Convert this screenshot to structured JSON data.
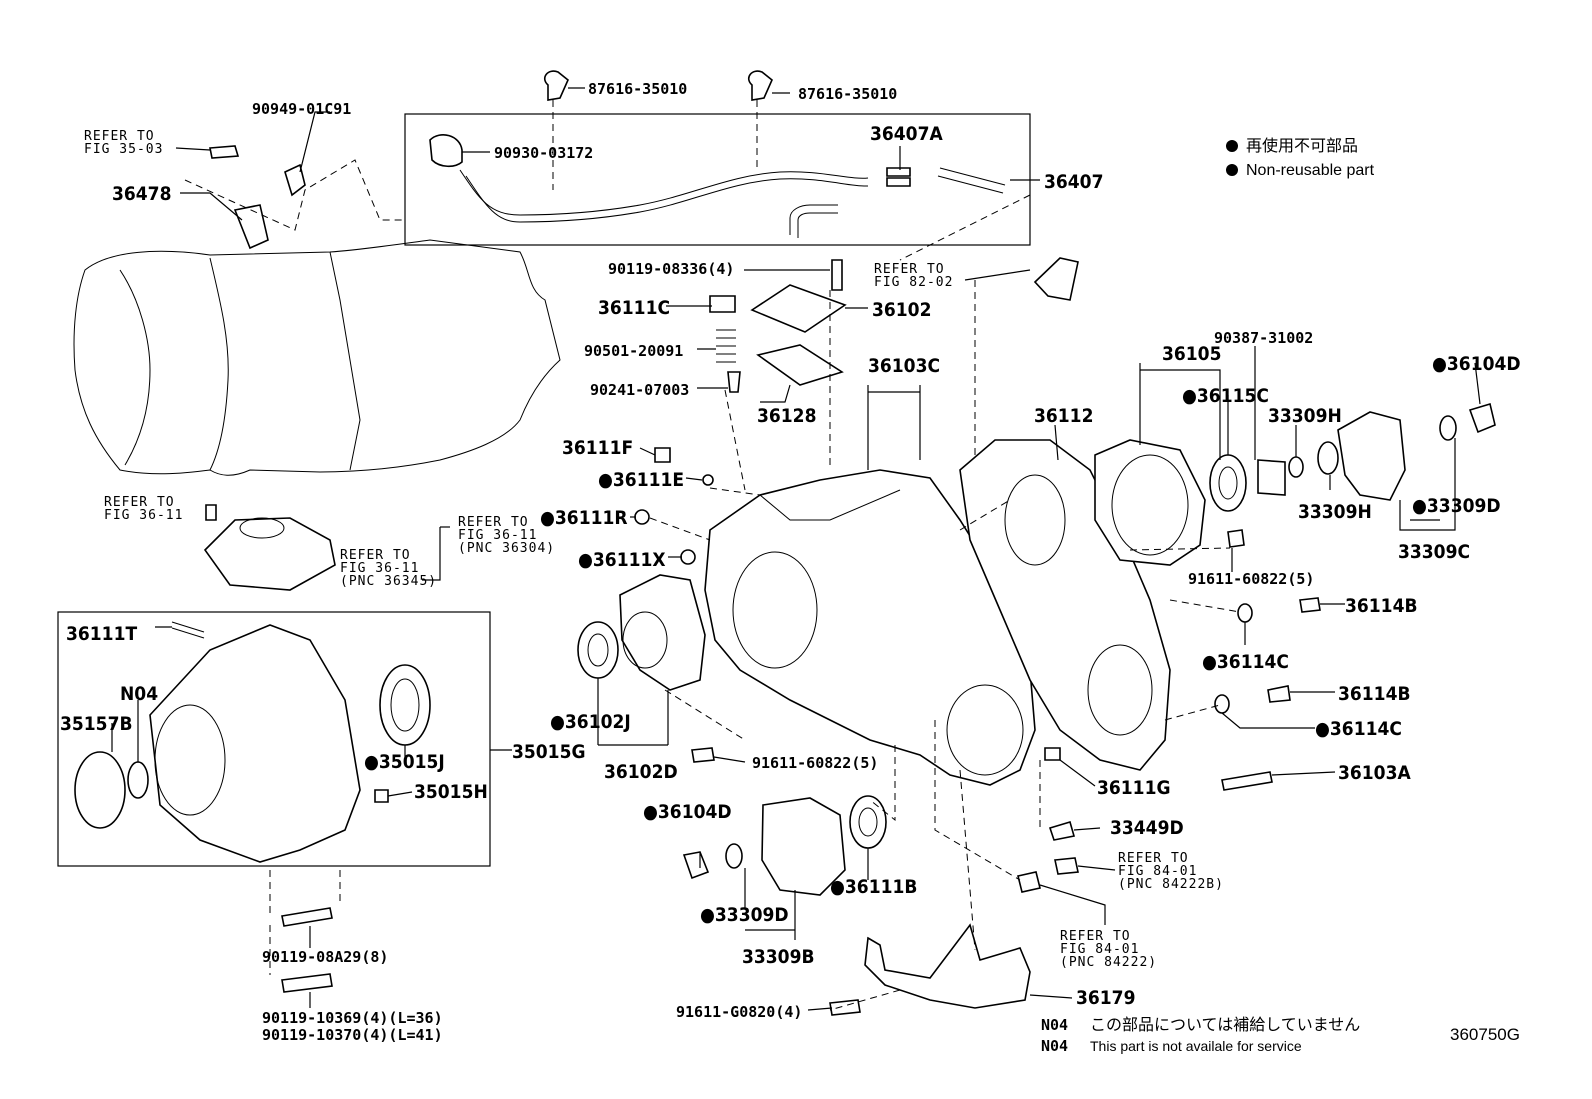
{
  "diagram": {
    "figure_code": "360750G",
    "legend": {
      "non_reusable_jp": "再使用不可部品",
      "non_reusable_en": "Non-reusable part"
    },
    "footnote": {
      "code": "N04",
      "text_jp": "この部品については補給していません",
      "text_en": "This part is not availale for service"
    },
    "refs": [
      {
        "id": "r1",
        "lines": [
          "REFER TO",
          "FIG 35-03"
        ]
      },
      {
        "id": "r2",
        "lines": [
          "REFER TO",
          "FIG 82-02"
        ]
      },
      {
        "id": "r3",
        "lines": [
          "REFER TO",
          "FIG 36-11"
        ]
      },
      {
        "id": "r4",
        "lines": [
          "REFER TO",
          "FIG 36-11",
          "(PNC 36304)"
        ]
      },
      {
        "id": "r5",
        "lines": [
          "REFER TO",
          "FIG 36-11",
          "(PNC 36345)"
        ]
      },
      {
        "id": "r6",
        "lines": [
          "REFER TO",
          "FIG 84-01",
          "(PNC 84222B)"
        ]
      },
      {
        "id": "r7",
        "lines": [
          "REFER TO",
          "FIG 84-01",
          "(PNC 84222)"
        ]
      }
    ],
    "parts": [
      {
        "id": "p87616a",
        "label": "87616-35010",
        "nr": false
      },
      {
        "id": "p87616b",
        "label": "87616-35010",
        "nr": false
      },
      {
        "id": "p90949",
        "label": "90949-01C91",
        "nr": false
      },
      {
        "id": "p90930",
        "label": "90930-03172",
        "nr": false
      },
      {
        "id": "p36407A",
        "label": "36407A",
        "nr": false
      },
      {
        "id": "p36407",
        "label": "36407",
        "nr": false
      },
      {
        "id": "p36478",
        "label": "36478",
        "nr": false
      },
      {
        "id": "p90119_08336",
        "label": "90119-08336(4)",
        "nr": false
      },
      {
        "id": "p36111C",
        "label": "36111C",
        "nr": false
      },
      {
        "id": "p36102",
        "label": "36102",
        "nr": false
      },
      {
        "id": "p90501",
        "label": "90501-20091",
        "nr": false
      },
      {
        "id": "p90241",
        "label": "90241-07003",
        "nr": false
      },
      {
        "id": "p36128",
        "label": "36128",
        "nr": false
      },
      {
        "id": "p36103C",
        "label": "36103C",
        "nr": false
      },
      {
        "id": "p36105",
        "label": "36105",
        "nr": false
      },
      {
        "id": "p90387",
        "label": "90387-31002",
        "nr": false
      },
      {
        "id": "p36104D_a",
        "label": "36104D",
        "nr": true
      },
      {
        "id": "p36112",
        "label": "36112",
        "nr": false
      },
      {
        "id": "p36115C",
        "label": "36115C",
        "nr": true
      },
      {
        "id": "p33309H_a",
        "label": "33309H",
        "nr": false
      },
      {
        "id": "p33309H_b",
        "label": "33309H",
        "nr": false
      },
      {
        "id": "p33309D_a",
        "label": "33309D",
        "nr": true
      },
      {
        "id": "p33309C",
        "label": "33309C",
        "nr": false
      },
      {
        "id": "p36111F",
        "label": "36111F",
        "nr": false
      },
      {
        "id": "p36111E",
        "label": "36111E",
        "nr": true
      },
      {
        "id": "p36111R",
        "label": "36111R",
        "nr": true
      },
      {
        "id": "p36111X",
        "label": "36111X",
        "nr": true
      },
      {
        "id": "p91611_a",
        "label": "91611-60822(5)",
        "nr": false
      },
      {
        "id": "p36114B_a",
        "label": "36114B",
        "nr": false
      },
      {
        "id": "p36114C_a",
        "label": "36114C",
        "nr": true
      },
      {
        "id": "p36114B_b",
        "label": "36114B",
        "nr": false
      },
      {
        "id": "p36114C_b",
        "label": "36114C",
        "nr": true
      },
      {
        "id": "p36103A",
        "label": "36103A",
        "nr": false
      },
      {
        "id": "p36111T",
        "label": "36111T",
        "nr": false
      },
      {
        "id": "pN04",
        "label": "N04",
        "nr": false
      },
      {
        "id": "p35157B",
        "label": "35157B",
        "nr": false
      },
      {
        "id": "p35015J",
        "label": "35015J",
        "nr": true
      },
      {
        "id": "p35015G",
        "label": "35015G",
        "nr": false
      },
      {
        "id": "p35015H",
        "label": "35015H",
        "nr": false
      },
      {
        "id": "p36102J",
        "label": "36102J",
        "nr": true
      },
      {
        "id": "p36102D",
        "label": "36102D",
        "nr": false
      },
      {
        "id": "p91611_b",
        "label": "91611-60822(5)",
        "nr": false
      },
      {
        "id": "p36111G",
        "label": "36111G",
        "nr": false
      },
      {
        "id": "p36104D_b",
        "label": "36104D",
        "nr": true
      },
      {
        "id": "p33449D",
        "label": "33449D",
        "nr": false
      },
      {
        "id": "p36111B",
        "label": "36111B",
        "nr": true
      },
      {
        "id": "p33309D_b",
        "label": "33309D",
        "nr": true
      },
      {
        "id": "p33309B",
        "label": "33309B",
        "nr": false
      },
      {
        "id": "p90119_08A29",
        "label": "90119-08A29(8)",
        "nr": false
      },
      {
        "id": "p90119_10369",
        "label": "90119-10369(4)(L=36)",
        "nr": false
      },
      {
        "id": "p90119_10370",
        "label": "90119-10370(4)(L=41)",
        "nr": false
      },
      {
        "id": "p91611_G0820",
        "label": "91611-G0820(4)",
        "nr": false
      },
      {
        "id": "p36179",
        "label": "36179",
        "nr": false
      }
    ]
  }
}
